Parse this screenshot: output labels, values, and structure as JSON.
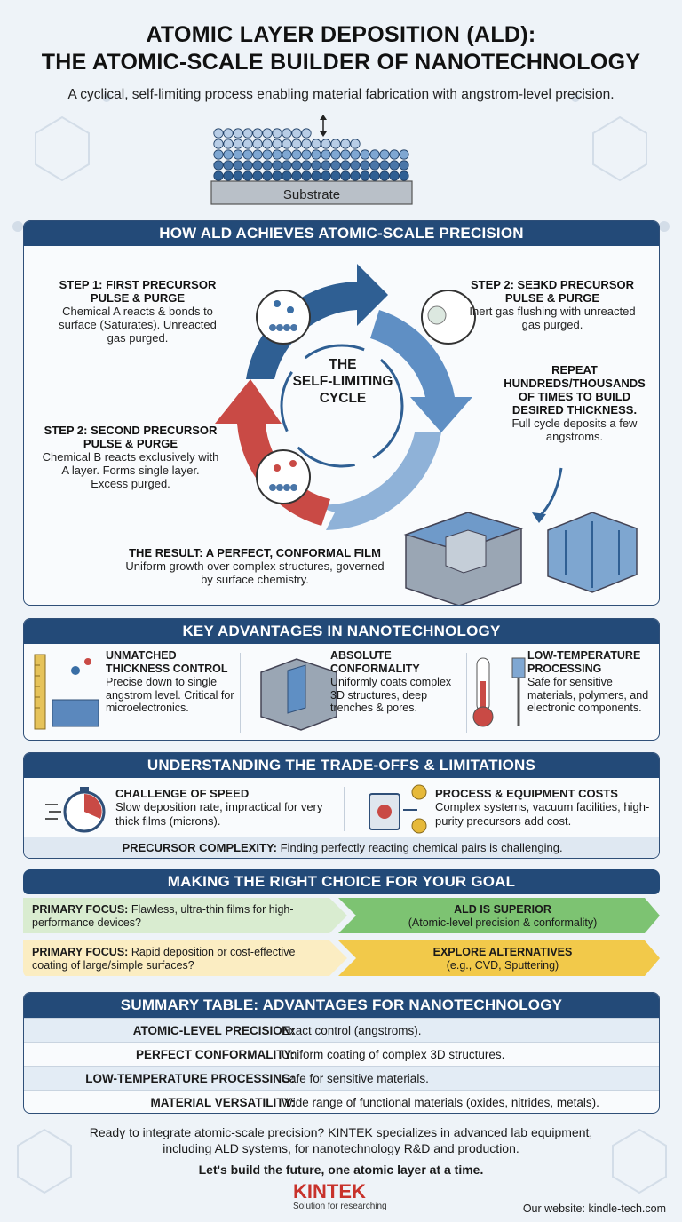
{
  "header": {
    "title_line1": "ATOMIC LAYER DEPOSITION (ALD):",
    "title_line2": "THE ATOMIC-SCALE BUILDER OF NANOTECHNOLOGY",
    "subtitle": "A cyclical, self-limiting process enabling material fabrication with angstrom-level precision.",
    "substrate_label": "Substrate"
  },
  "cycle": {
    "heading": "HOW ALD ACHIEVES ATOMIC-SCALE PRECISION",
    "center_line1": "THE",
    "center_line2": "SELF-LIMITING",
    "center_line3": "CYCLE",
    "step1_title": "STEP 1: FIRST PRECURSOR PULSE & PURGE",
    "step1_desc": "Chemical A reacts & bonds to surface (Saturates). Unreacted gas purged.",
    "step2a_title": "STEP 2: SEƎKD PRECURSOR PULSE & PURGE",
    "step2a_desc": "Inert gas flushing with unreacted gas purged.",
    "step2b_title": "STEP 2: SECOND PRECURSOR PULSE & PURGE",
    "step2b_desc": "Chemical B reacts exclusively with A layer. Forms single layer. Excess purged.",
    "repeat_title": "REPEAT HUNDREDS/THOUSANDS OF TIMES TO BUILD DESIRED THICKNESS.",
    "repeat_desc": "Full cycle deposits a few angstroms.",
    "result_title": "THE RESULT: A PERFECT, CONFORMAL FILM",
    "result_desc": "Uniform growth over complex structures, governed by surface chemistry.",
    "colors": {
      "blue_dark": "#2f5f93",
      "blue_light": "#7fa7d2",
      "red": "#c94a45"
    }
  },
  "advantages": {
    "heading": "KEY ADVANTAGES IN NANOTECHNOLOGY",
    "items": [
      {
        "title": "UNMATCHED THICKNESS CONTROL",
        "desc": "Precise down to single angstrom level. Critical for microelectronics.",
        "icon": "ruler-layers-icon"
      },
      {
        "title": "ABSOLUTE CONFORMALITY",
        "desc": "Uniformly coats complex 3D structures, deep trenches & pores.",
        "icon": "trench-icon"
      },
      {
        "title": "LOW-TEMPERATURE PROCESSING",
        "desc": "Safe for sensitive materials, polymers, and electronic components.",
        "icon": "thermometer-icon"
      }
    ]
  },
  "tradeoffs": {
    "heading": "UNDERSTANDING THE TRADE-OFFS & LIMITATIONS",
    "speed_title": "CHALLENGE OF SPEED",
    "speed_desc": "Slow deposition rate, impractical for very thick films (microns).",
    "cost_title": "PROCESS & EQUIPMENT COSTS",
    "cost_desc": "Complex systems, vacuum facilities, high-purity precursors add cost.",
    "precursor_label": "PRECURSOR COMPLEXITY:",
    "precursor_desc": "Finding perfectly reacting chemical pairs is challenging."
  },
  "choice": {
    "heading": "MAKING THE RIGHT CHOICE FOR YOUR GOAL",
    "row1_label": "PRIMARY FOCUS:",
    "row1_text": "Flawless, ultra-thin films for high-performance devices?",
    "row1_result_title": "ALD IS SUPERIOR",
    "row1_result_desc": "(Atomic-level precision & conformality)",
    "row2_label": "PRIMARY FOCUS:",
    "row2_text": "Rapid deposition or cost-effective coating of large/simple surfaces?",
    "row2_result_title": "EXPLORE ALTERNATIVES",
    "row2_result_desc": "(e.g., CVD, Sputtering)"
  },
  "summary": {
    "heading": "SUMMARY TABLE: ADVANTAGES FOR NANOTECHNOLOGY",
    "rows": [
      {
        "k": "ATOMIC-LEVEL PRECISION:",
        "v": "Exact control (angstroms)."
      },
      {
        "k": "PERFECT CONFORMALITY:",
        "v": "Uniform coating of complex 3D structures."
      },
      {
        "k": "LOW-TEMPERATURE PROCESSING:",
        "v": "Safe for sensitive materials."
      },
      {
        "k": "MATERIAL VERSATILITY:",
        "v": "Wide range of functional materials (oxides, nitrides, metals)."
      }
    ]
  },
  "footer": {
    "cta_line1": "Ready to integrate atomic-scale precision? KINTEK specializes in advanced lab equipment,",
    "cta_line2": "including ALD systems, for nanotechnology R&D and production.",
    "tagline": "Let's build the future, one atomic layer at a time.",
    "brand": "KINTEK",
    "brand_tag": "Solution for researching",
    "website": "Our website: kindle-tech.com"
  }
}
